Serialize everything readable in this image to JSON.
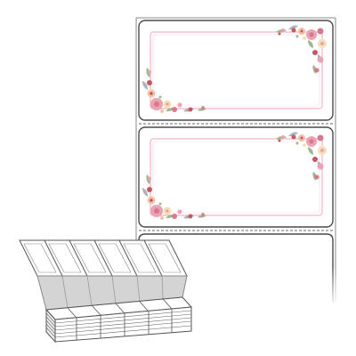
{
  "product": {
    "description_icon": "fanfold-label-stack-icon",
    "label_design": "floral-corner-frame",
    "labels_shown_full": 2,
    "labels_shown_partial": 1
  },
  "colors": {
    "label_outline": "#4a4a4a",
    "liner_edge": "#8a8a8a",
    "perforation": "#6a6a6a",
    "frame_pink": "#f0b5c4",
    "flower_pink": "#e9a3b3",
    "flower_rose": "#d9778f",
    "flower_red": "#c25a63",
    "flower_peach": "#f3c3a8",
    "flower_cream": "#f5dfb8",
    "leaf_green": "#9ab88b",
    "leaf_grey": "#a9b3b8",
    "fold_fill": "#d4d4d4",
    "fold_stroke": "#888888"
  }
}
